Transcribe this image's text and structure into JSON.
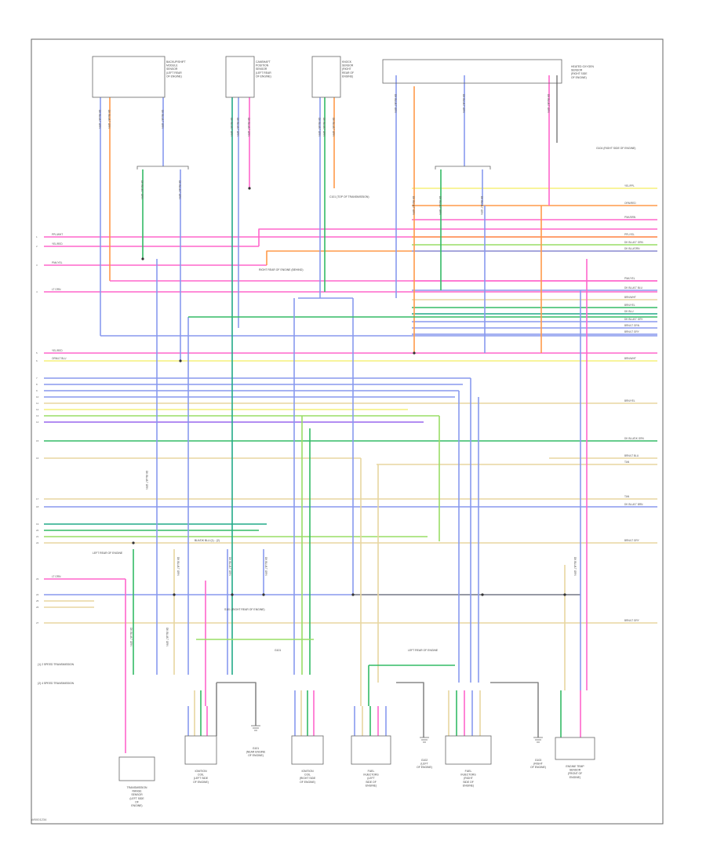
{
  "diagram": {
    "footer_code": "W0001234",
    "top_components": [
      {
        "id": "c1",
        "label": [
          "BACKUP/SHIFT",
          "MODULE",
          "SENSOR",
          "(LEFT REAR",
          "OF ENGINE)"
        ]
      },
      {
        "id": "c2",
        "label": [
          "CAMSHAFT",
          "POSITION",
          "SENSOR",
          "(LEFT REAR",
          "OF ENGINE)"
        ]
      },
      {
        "id": "c3",
        "label": [
          "KNOCK",
          "SENSOR",
          "(RIGHT",
          "REAR OF",
          "ENGINE)"
        ]
      },
      {
        "id": "c4",
        "label": [
          "HEATED OXYGEN",
          "SENSOR",
          "(RIGHT SIDE",
          "OF ENGINE)"
        ]
      }
    ],
    "bottom_components": [
      {
        "id": "b1",
        "label": [
          "TRANSMISSION",
          "RANGE",
          "SENSOR",
          "(LEFT SIDE",
          "OF",
          "ENGINE)"
        ]
      },
      {
        "id": "b2",
        "label": [
          "IGNITION",
          "COIL",
          "(LEFT SIDE",
          "OF ENGINE)"
        ]
      },
      {
        "id": "b3",
        "label": [
          "G101",
          "(NEAR ENGINE",
          "OF ENGINE)"
        ]
      },
      {
        "id": "b4",
        "label": [
          "IGNITION",
          "COIL",
          "(RIGHT SIDE",
          "OF ENGINE)"
        ]
      },
      {
        "id": "b5",
        "label": [
          "FUEL",
          "INJECTORS",
          "(LEFT",
          "SIDE OF",
          "ENGINE)"
        ]
      },
      {
        "id": "b6",
        "label": [
          "G102",
          "(LEFT",
          "OF ENGINE)"
        ]
      },
      {
        "id": "b7",
        "label": [
          "FUEL",
          "INJECTORS",
          "(RIGHT",
          "SIDE OF",
          "ENGINE)"
        ]
      },
      {
        "id": "b8",
        "label": [
          "G103",
          "(RIGHT",
          "OF ENGINE)"
        ]
      },
      {
        "id": "b9",
        "label": [
          "ENGINE TEMP",
          "SENSOR",
          "(FRONT OF",
          "ENGINE)"
        ]
      }
    ],
    "left_pins": [
      "1",
      "2",
      "3",
      "4",
      "5",
      "6",
      "7",
      "8",
      "9",
      "10",
      "11",
      "12",
      "13",
      "14",
      "15",
      "16",
      "17",
      "18",
      "19",
      "20",
      "21",
      "22",
      "23",
      "24",
      "25",
      "26",
      "27",
      "28",
      "29",
      "30"
    ],
    "left_notes": [
      "(1) 2 SPEED TRANSMISSION",
      "(2) 4 SPEED TRANSMISSION"
    ],
    "wire_labels": {
      "h1": "PPL/WHT",
      "h2": "YEL/RED",
      "h3": "PNK/YEL",
      "h4": "LT GRN",
      "h5": "YEL/RED",
      "h6": "ORN/LT BLU",
      "r1": "YEL/PPL",
      "r2": "ORN/RED",
      "r3": "PNK/BRN",
      "r4": "PPL/YEL",
      "r5": "DK BLU/LT GRN",
      "r6": "DK BLU/ORN",
      "r7": "PNK/YEL",
      "r8": "DK BLU/LT BLU",
      "r9": "BRN/WHT",
      "r10": "BRN/YEL",
      "r11": "DK BLU",
      "r12": "DK BLU/LT GRY",
      "r13": "BRN/LT GRN",
      "r14": "BRN/LT GRY",
      "r15": "DK BLU/DK GRN",
      "r16": "BRN/LT BLU",
      "r17": "TAN",
      "r18": "DK BLU/LT BRN",
      "r19": "BRN/LT GRY"
    },
    "notes": {
      "n1": "RIGHT REAR OF ENGINE (BEHIND)",
      "n2": "C101 (TOP OF TRANSMISSION)",
      "n3": "LEFT REAR OF ENGINE",
      "n4": "S101 (RIGHT REAR OF ENGINE)",
      "n5": "LEFT REAR OF ENGINE",
      "n6": "G104 (RIGHT SIDE OF ENGINE)",
      "n7": "BLK/DK BLU (1) - (2)",
      "n8": "G101"
    }
  },
  "colors": {
    "pink": "#ff66cc",
    "orange": "#ff9a4a",
    "yellow": "#f5f07a",
    "tan": "#e8d6a0",
    "blue": "#8899ee",
    "green": "#33bb66",
    "lightgreen": "#99dd66",
    "purple": "#9966ee",
    "dkgreen": "#22aa88",
    "gray": "#888888",
    "frame": "#666666"
  }
}
